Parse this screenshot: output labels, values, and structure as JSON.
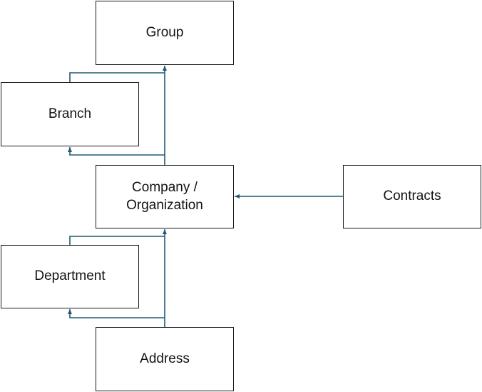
{
  "diagram": {
    "line_color": "#1f5a73",
    "box_border_color": "#1a1a1a",
    "nodes": {
      "group": {
        "label": "Group"
      },
      "branch": {
        "label": "Branch"
      },
      "company": {
        "label_line1": "Company /",
        "label_line2": "Organization"
      },
      "contracts": {
        "label": "Contracts"
      },
      "department": {
        "label": "Department"
      },
      "address": {
        "label": "Address"
      }
    },
    "edges": [
      {
        "from": "company",
        "to": "group"
      },
      {
        "from": "branch",
        "to": "group"
      },
      {
        "from": "company",
        "to": "branch"
      },
      {
        "from": "contracts",
        "to": "company"
      },
      {
        "from": "address",
        "to": "company"
      },
      {
        "from": "department",
        "to": "company"
      },
      {
        "from": "address",
        "to": "department"
      }
    ]
  }
}
